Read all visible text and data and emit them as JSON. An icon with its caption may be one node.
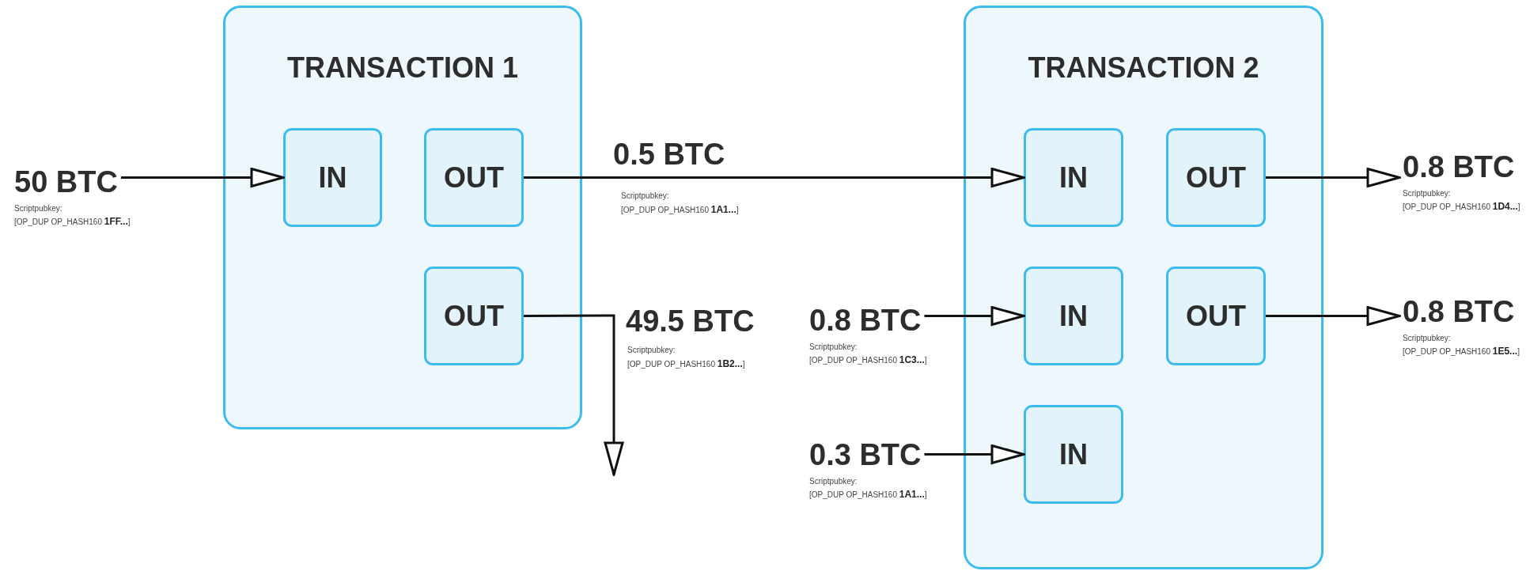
{
  "diagram": {
    "nodes": [
      {
        "text": [
          "TRANSACTION 1"
        ]
      },
      {
        "text": [
          "IN"
        ],
        "in": 0
      },
      {
        "text": [
          "OUT"
        ],
        "in": 0
      },
      {
        "text": [
          "OUT"
        ],
        "in": 0
      },
      {
        "text": [
          "TRANSACTION 2"
        ]
      },
      {
        "text": [
          "IN"
        ],
        "in": 4
      },
      {
        "text": [
          "OUT"
        ],
        "in": 4
      },
      {
        "text": [
          "IN"
        ],
        "in": 4
      },
      {
        "text": [
          "OUT"
        ],
        "in": 4
      },
      {
        "text": [
          "IN"
        ],
        "in": 4
      },
      {
        "text": [
          "50 BTC"
        ],
        "beside": [
          "Scriptpubkey:",
          "[OP_DUP OP_HASH160 **1FF...**]"
        ]
      },
      {
        "text": [
          "0.8 BTC"
        ],
        "beside": [
          "Scriptpubkey:",
          "[OP_DUP OP_HASH160 **1C3...**]"
        ]
      },
      {
        "text": [
          "0.3 BTC"
        ],
        "beside": [
          "Scriptpubkey:",
          "[OP_DUP OP_HASH160 **1A1...**]"
        ]
      },
      {
        "text": [
          "0.8 BTC"
        ],
        "beside": [
          "Scriptpubkey:",
          "[OP_DUP OP_HASH160 **1D4...**]"
        ]
      },
      {
        "text": [
          "0.8 BTC"
        ],
        "beside": [
          "Scriptpubkey:",
          "[OP_DUP OP_HASH160 **1E5...**]"
        ]
      }
    ],
    "edges": [
      {
        "from": 10,
        "to": 1,
        "arrow": "to"
      },
      {
        "from": 2,
        "to": 5,
        "arrow": "to",
        "label": "0.5 BTC"
      },
      {
        "from": 3,
        "to": null,
        "arrow": "to",
        "label": "49.5 BTC"
      },
      {
        "from": 11,
        "to": 7,
        "arrow": "to"
      },
      {
        "from": 12,
        "to": 9,
        "arrow": "to"
      },
      {
        "from": 6,
        "to": 13,
        "arrow": "to"
      },
      {
        "from": 8,
        "to": 14,
        "arrow": "to"
      }
    ],
    "labels": [
      "Scriptpubkey:",
      "[OP_DUP OP_HASH160 **1A1...**]",
      "Scriptpubkey:",
      "[OP_DUP OP_HASH160 **1B2...**]"
    ]
  }
}
